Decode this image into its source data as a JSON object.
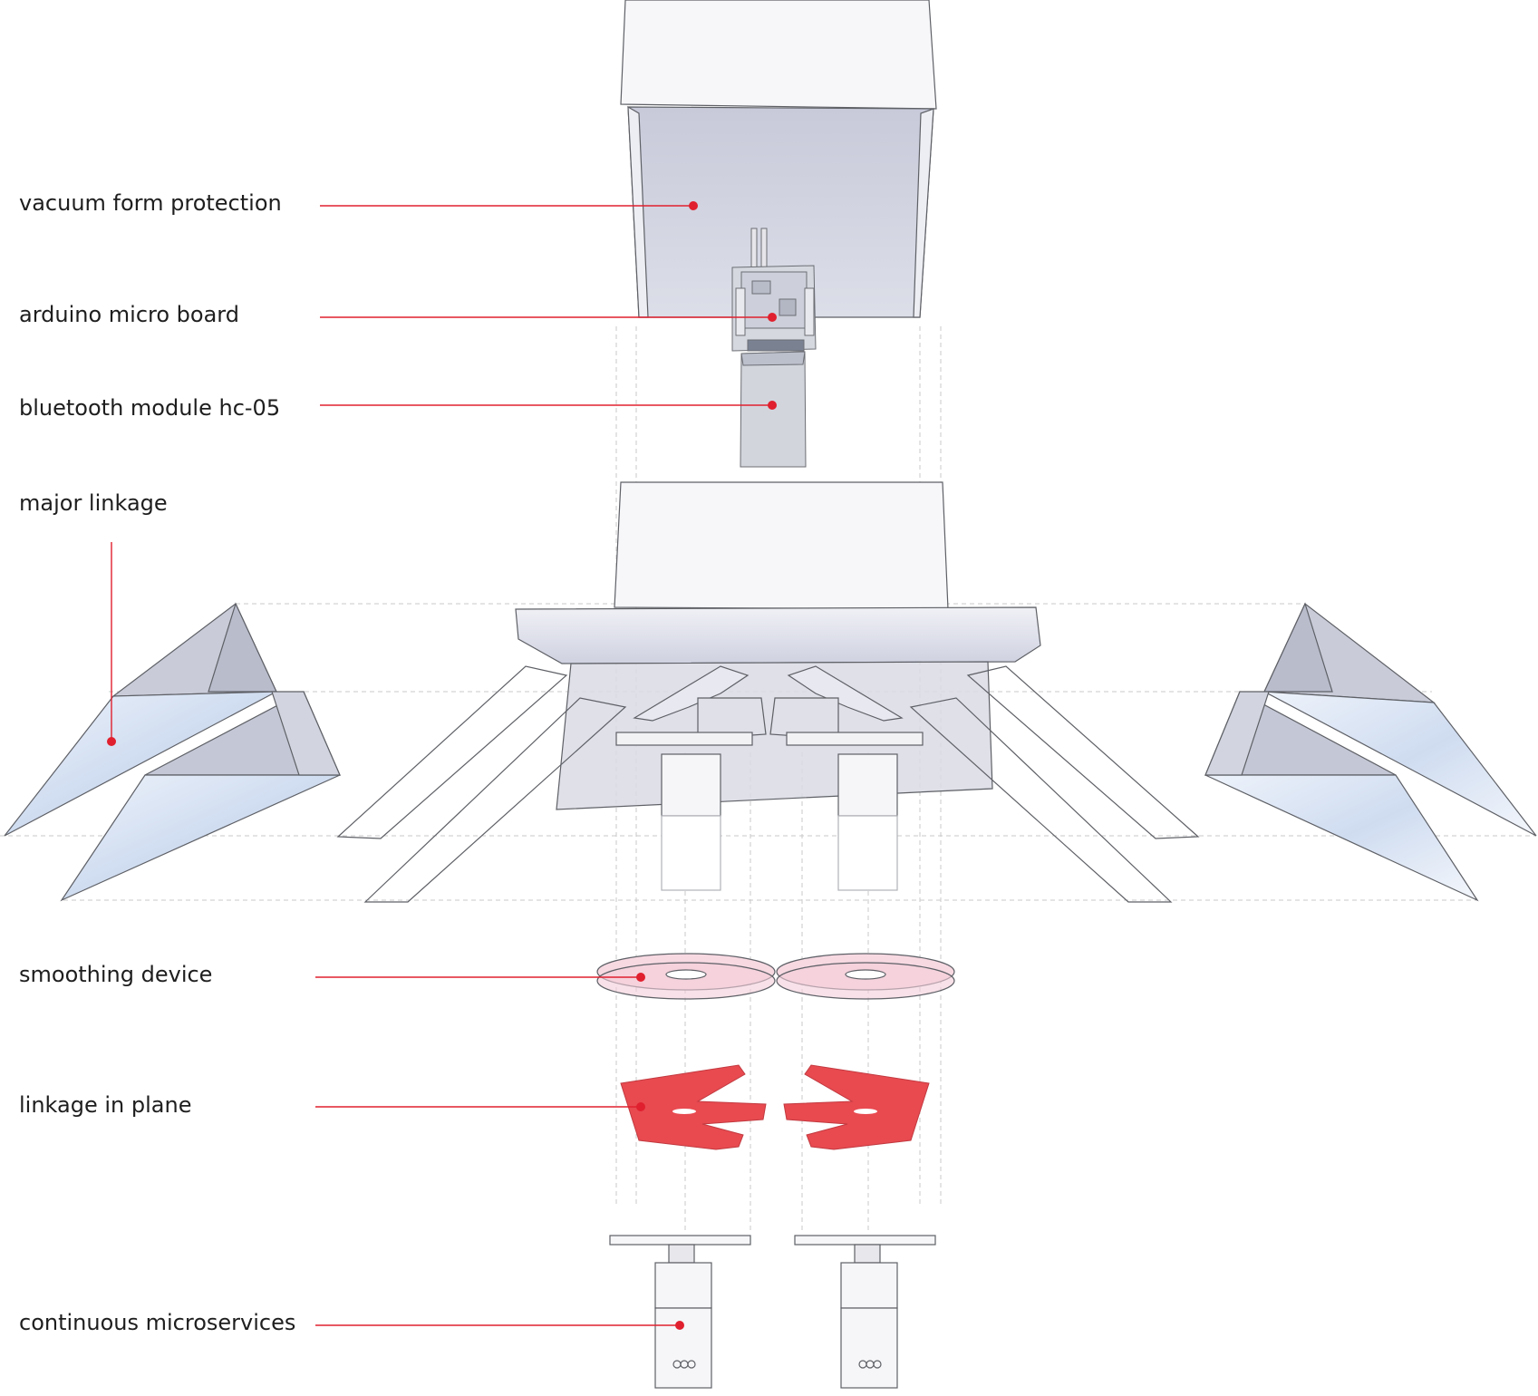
{
  "labels": {
    "vacuum_form": "vacuum form protection",
    "arduino": "arduino micro board",
    "bluetooth": "bluetooth module hc-05",
    "major_linkage": "major linkage",
    "smoothing": "smoothing device",
    "linkage_plane": "linkage in plane",
    "servos": "continuous microservices"
  },
  "colors": {
    "callout": "#e0202e",
    "outline": "#5e6066",
    "panel": "#d4d6e2",
    "glass": "#dfe8f6",
    "disc": "#f7d9e2",
    "linkage": "#e84a50"
  }
}
